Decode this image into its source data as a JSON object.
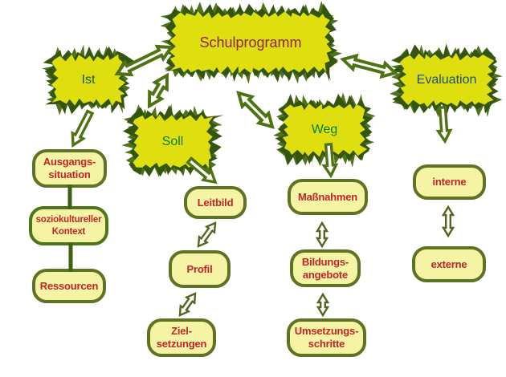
{
  "title": "Schulprogramm",
  "colors": {
    "node_yellow": "#DFDF10",
    "leaf_green": "#4F7318",
    "leaf_green_dark": "#33550E",
    "box_fill": "#F4F4A4",
    "box_border": "#5E7323",
    "box_border_alt": "#4D7519",
    "box_text": "#C22527",
    "arrow_green": "#4E7313",
    "arrow_green_small": "#52661F",
    "line_green": "#3E6212"
  },
  "nodes": {
    "schulprogramm": {
      "label": "Schulprogramm",
      "color": "#8E2438"
    },
    "ist": {
      "label": "Ist",
      "color": "#0D5B11"
    },
    "soll": {
      "label": "Soll",
      "color": "#077F07"
    },
    "weg": {
      "label": "Weg",
      "color": "#077F07"
    },
    "evaluation": {
      "label": "Evaluation",
      "color": "#1F4E6E"
    }
  },
  "boxes": {
    "ausgangssituation": {
      "label": "Ausgangs-\nsituation"
    },
    "soziokultureller": {
      "label": "soziokultureller\nKontext"
    },
    "ressourcen": {
      "label": "Ressourcen"
    },
    "leitbild": {
      "label": "Leitbild"
    },
    "profil": {
      "label": "Profil"
    },
    "zielsetzungen": {
      "label": "Ziel-\nsetzungen"
    },
    "massnahmen": {
      "label": "Maßnahmen"
    },
    "bildungsangebote": {
      "label": "Bildungs-\nangebote"
    },
    "umsetzungsschritte": {
      "label": "Umsetzungs-\nschritte"
    },
    "interne": {
      "label": "interne"
    },
    "externe": {
      "label": "externe"
    }
  },
  "edges": [
    {
      "id": "ist-schulprogramm",
      "from": "ist",
      "to": "schulprogramm",
      "style": "double"
    },
    {
      "id": "soll-schulprogramm",
      "from": "soll",
      "to": "schulprogramm",
      "style": "double"
    },
    {
      "id": "weg-schulprogramm",
      "from": "schulprogramm",
      "to": "weg",
      "style": "double"
    },
    {
      "id": "evaluation-schulprogramm",
      "from": "schulprogramm",
      "to": "evaluation",
      "style": "double"
    },
    {
      "id": "ist-ausgangssituation",
      "from": "ist",
      "to": "ausgangssituation",
      "style": "arrow"
    },
    {
      "id": "soll-leitbild",
      "from": "soll",
      "to": "leitbild",
      "style": "arrow"
    },
    {
      "id": "weg-massnahmen",
      "from": "weg",
      "to": "massnahmen",
      "style": "arrow"
    },
    {
      "id": "evaluation-interne",
      "from": "evaluation",
      "to": "interne",
      "style": "arrow"
    },
    {
      "id": "leitbild-profil",
      "from": "leitbild",
      "to": "profil",
      "style": "exchange"
    },
    {
      "id": "profil-zielsetzungen",
      "from": "profil",
      "to": "zielsetzungen",
      "style": "exchange"
    },
    {
      "id": "massnahmen-bildungsangebote",
      "from": "massnahmen",
      "to": "bildungsangebote",
      "style": "exchange"
    },
    {
      "id": "bildungsangebote-umsetzungsschritte",
      "from": "bildungsangebote",
      "to": "umsetzungsschritte",
      "style": "exchange"
    },
    {
      "id": "interne-externe",
      "from": "interne",
      "to": "externe",
      "style": "exchange"
    },
    {
      "id": "ausgangssituation-soziokultureller",
      "from": "ausgangssituation",
      "to": "soziokultureller",
      "style": "line"
    },
    {
      "id": "soziokultureller-ressourcen",
      "from": "soziokultureller",
      "to": "ressourcen",
      "style": "line"
    }
  ]
}
